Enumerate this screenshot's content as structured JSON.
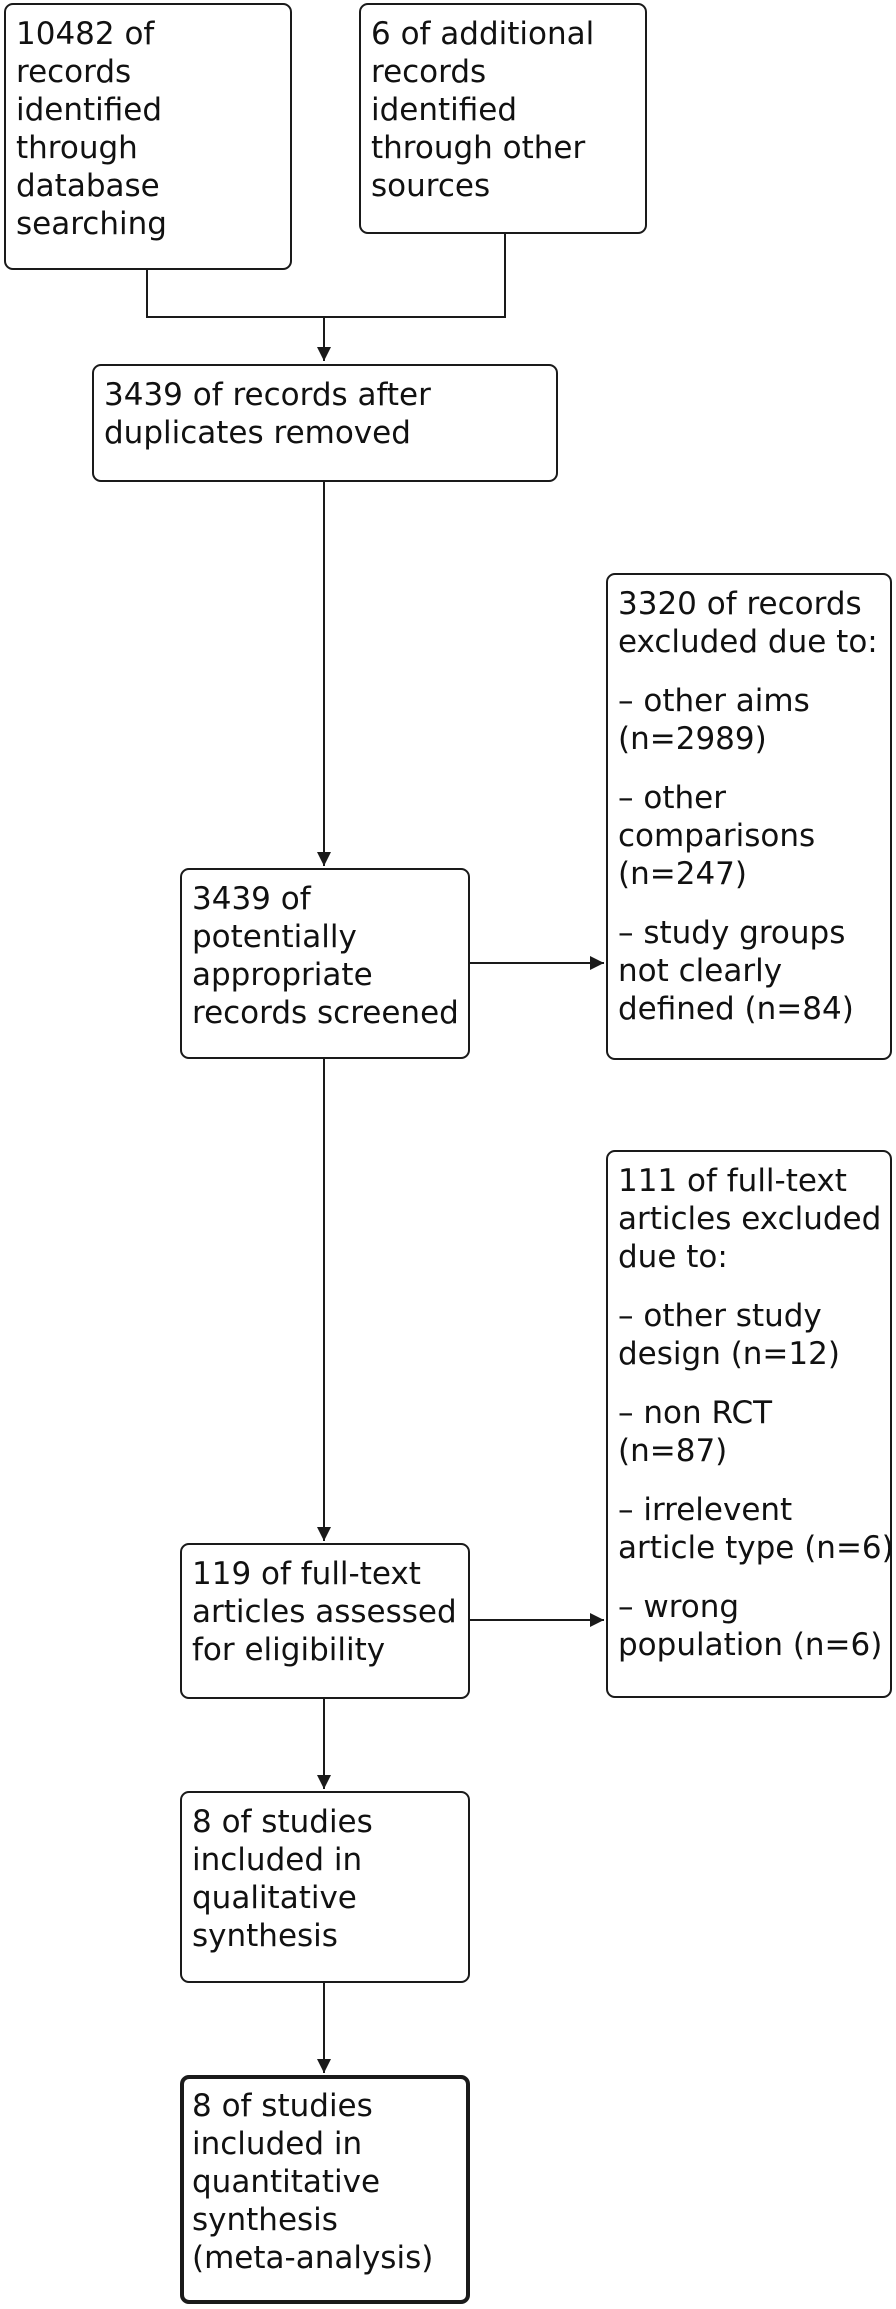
{
  "diagram": {
    "nodes": {
      "db_search": {
        "lines": [
          "10482 of",
          "records",
          "identified",
          "through",
          "database",
          "searching"
        ]
      },
      "other_sources": {
        "lines": [
          "6 of additional",
          "records",
          "identified",
          "through other",
          "sources"
        ]
      },
      "after_duplicates": {
        "lines": [
          "3439 of records after",
          "duplicates removed"
        ]
      },
      "screened": {
        "lines": [
          "3439 of",
          "potentially",
          "appropriate",
          "records screened"
        ]
      },
      "excluded_records": {
        "heading": [
          "3320 of records",
          "excluded due to:"
        ],
        "items": [
          [
            "– other aims",
            "(n=2989)"
          ],
          [
            "– other",
            "comparisons",
            "(n=247)"
          ],
          [
            "– study groups",
            "not clearly",
            "defined (n=84)"
          ]
        ]
      },
      "fulltext_assessed": {
        "lines": [
          "119 of full-text",
          "articles assessed",
          "for eligibility"
        ]
      },
      "excluded_fulltext": {
        "heading": [
          "111 of full-text",
          "articles excluded",
          "due to:"
        ],
        "items": [
          [
            "– other study",
            "design (n=12)"
          ],
          [
            "– non RCT",
            "(n=87)"
          ],
          [
            "– irrelevent",
            "article type (n=6)"
          ],
          [
            "– wrong",
            "population (n=6)"
          ]
        ]
      },
      "qualitative": {
        "lines": [
          "8 of studies",
          "included in",
          "qualitative",
          "synthesis"
        ]
      },
      "quantitative": {
        "lines": [
          "8 of studies",
          "included in",
          "quantitative",
          "synthesis",
          "(meta-analysis)"
        ]
      }
    },
    "edges": [
      [
        "db_search",
        "after_duplicates"
      ],
      [
        "other_sources",
        "after_duplicates"
      ],
      [
        "after_duplicates",
        "screened"
      ],
      [
        "screened",
        "excluded_records"
      ],
      [
        "screened",
        "fulltext_assessed"
      ],
      [
        "fulltext_assessed",
        "excluded_fulltext"
      ],
      [
        "fulltext_assessed",
        "qualitative"
      ],
      [
        "qualitative",
        "quantitative"
      ]
    ],
    "line_color": "#1a1a1a"
  }
}
